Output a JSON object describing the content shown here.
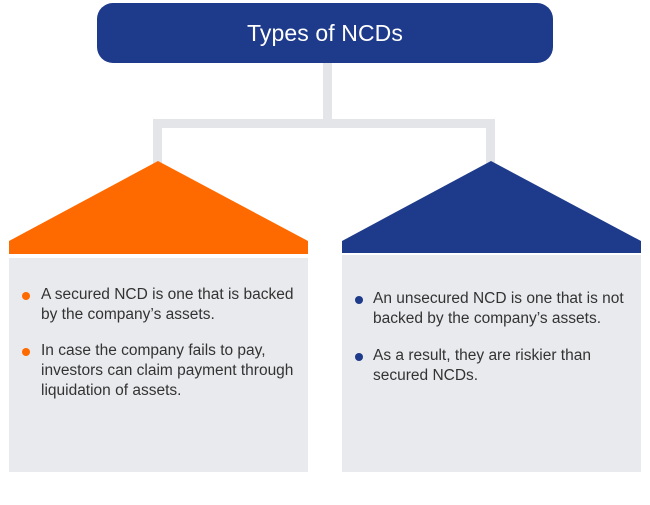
{
  "title": "Types of NCDs",
  "colors": {
    "title_bg": "#1e3a8a",
    "secured": "#ff6a00",
    "unsecured": "#1e3a8a",
    "connector": "#e3e5e8",
    "panel_bg": "#e8eaed",
    "text": "#333333"
  },
  "secured": {
    "items": [
      "A secured NCD is one that is backed by the company’s assets.",
      "In case the company fails to pay, investors can claim payment through liquidation of assets."
    ]
  },
  "unsecured": {
    "items": [
      "An unsecured NCD is one that is not backed by the company’s assets.",
      "As a result, they are  riskier than secured NCDs."
    ]
  }
}
